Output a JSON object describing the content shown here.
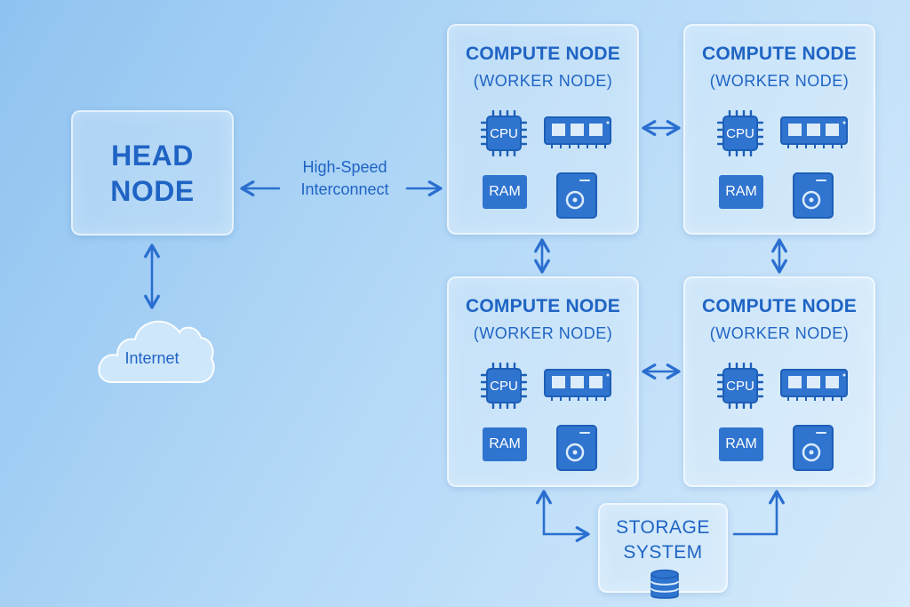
{
  "colors": {
    "accent": "#1f64c4",
    "icon_fill": "#2f74cf",
    "icon_stroke": "#1d5fb8",
    "arrow": "#2a6fd0",
    "panel_border": "#ffffff"
  },
  "head_node": {
    "line1": "HEAD",
    "line2": "NODE"
  },
  "interconnect": {
    "line1": "High-Speed",
    "line2": "Interconnect"
  },
  "internet": {
    "label": "Internet",
    "icon": "cloud-icon"
  },
  "compute_nodes": [
    {
      "title": "COMPUTE NODE",
      "subtitle": "(WORKER NODE)",
      "cpu_label": "CPU",
      "ram_label": "RAM"
    },
    {
      "title": "COMPUTE NODE",
      "subtitle": "(WORKER NODE)",
      "cpu_label": "CPU",
      "ram_label": "RAM"
    },
    {
      "title": "COMPUTE NODE",
      "subtitle": "(WORKER NODE)",
      "cpu_label": "CPU",
      "ram_label": "RAM"
    },
    {
      "title": "COMPUTE NODE",
      "subtitle": "(WORKER NODE)",
      "cpu_label": "CPU",
      "ram_label": "RAM"
    }
  ],
  "storage": {
    "line1": "STORAGE",
    "line2": "SYSTEM",
    "icon": "database-icon"
  },
  "icons": {
    "cpu": "cpu-chip-icon",
    "ram_stick": "memory-module-icon",
    "ram_chip": "ram-chip-icon",
    "disk": "hard-drive-icon",
    "arrow": "double-arrow-icon"
  }
}
